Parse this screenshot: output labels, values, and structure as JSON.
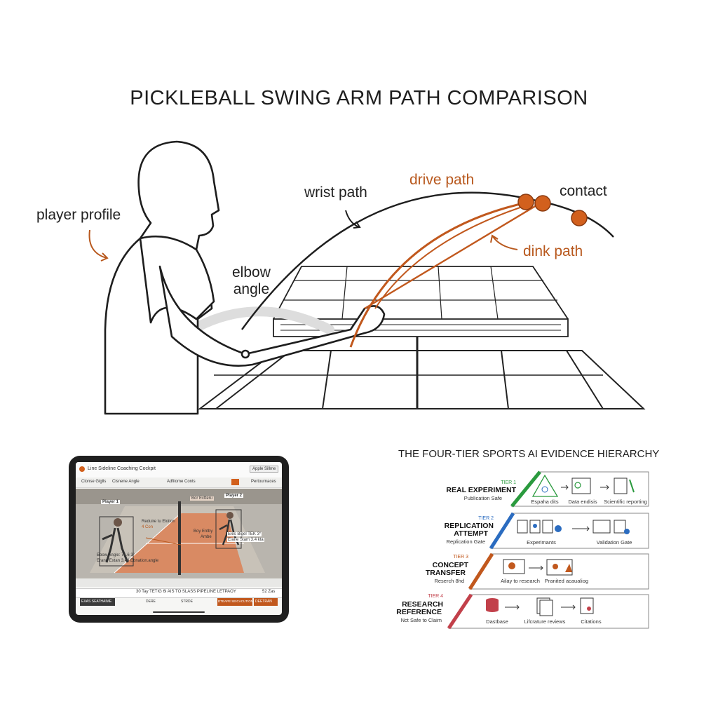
{
  "title": "PICKLEBALL SWING ARM PATH COMPARISON",
  "diagram_labels": {
    "player_profile": "player profile",
    "wrist_path": "wrist path",
    "drive_path": "drive path",
    "contact": "contact",
    "dink_path": "dink path",
    "elbow_line1": "elbow",
    "elbow_line2": "angle"
  },
  "tablet": {
    "app_title": "Line Sideline Coaching Cockpit",
    "app_button": "Apple Sillme",
    "toolbar": [
      "Clonse Giglls",
      "Cisnene Angle",
      "Adfiiome Conts",
      "Pertournaces"
    ],
    "player1": "Player 1",
    "player2": "Player 2",
    "center_note": "Reduire tu Eloiton",
    "center_note2": "4 Con",
    "top_badge": "Bor Ectteru",
    "net_note": "Boy Entby",
    "net_note2": "Ambe",
    "left_stat1": "Ebow Angle: 71.6 3°",
    "left_stat2": "Erand Extan 3.44 Ebnation.angle",
    "right_stat1": "Eles Bigel TEK 3°",
    "right_stat2": "Elane Stam 3.4 kta",
    "pipeline": "30 Tay TETIG 6I AIS TO SLASS PIPELINE LETPAOY",
    "pipeline_right": "52 Zas",
    "bottom_cells": [
      "EXAS SEATHAIME",
      "DERE",
      "STRDE",
      "DTEAPE SEICACUTION",
      "DEETRAN"
    ]
  },
  "hierarchy": {
    "title": "THE FOUR-TIER SPORTS AI EVIDENCE HIERARCHY",
    "tiers": [
      {
        "tag": "TIER 1",
        "name1": "REAL EXPERIMENT",
        "name2": "",
        "sub": "Publication Safe",
        "color": "#2a9a3e",
        "nodes": [
          "Espaha dits",
          "Data endisis",
          "Scientific reporting"
        ]
      },
      {
        "tag": "TIER 2",
        "name1": "REPLICATION",
        "name2": "ATTEMPT",
        "sub": "Replication Gate",
        "color": "#2b6cc0",
        "nodes": [
          "Experimants",
          "Validation Gate"
        ]
      },
      {
        "tag": "TIER 3",
        "name1": "CONCEPT",
        "name2": "TRANSFER",
        "sub": "Reserch 8hd",
        "color": "#c1581d",
        "nodes": [
          "Ailay to research",
          "Pranited acaualiog"
        ]
      },
      {
        "tag": "TIER 4",
        "name1": "RESEARCH",
        "name2": "REFERENCE",
        "sub": "Nct Safe to Claim",
        "color": "#c2404a",
        "nodes": [
          "Dastbase",
          "Lifcrature reviews",
          "Citations"
        ]
      }
    ]
  },
  "colors": {
    "accent": "#c1581d",
    "ink": "#1e1e1e",
    "court": "#d98a63"
  }
}
